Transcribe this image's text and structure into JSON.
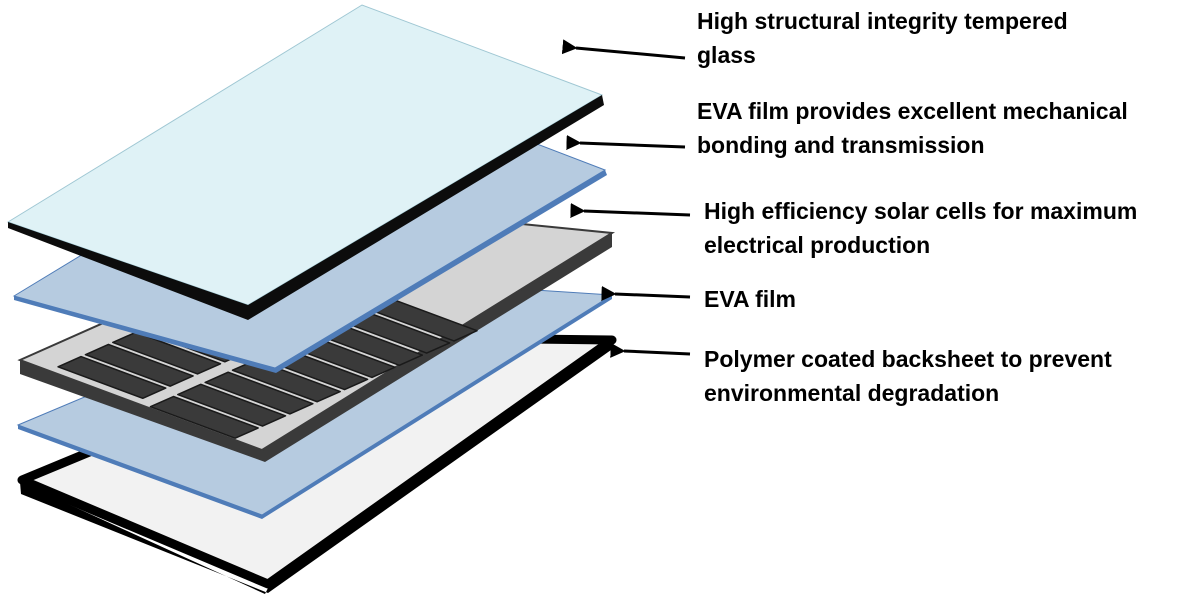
{
  "colors": {
    "glass_top": "#dff2f6",
    "glass_edge": "#0c0c0c",
    "eva_top": "#b6cbe0",
    "eva_edge": "#4f7cb8",
    "cell_frame": "#d4d4d4",
    "cell_frame_edge": "#3a3a3a",
    "cell": "#3a3a3a",
    "backsheet_top": "#f2f2f2",
    "backsheet_edge": "#000000",
    "arrow": "#000000"
  },
  "layers": [
    {
      "id": "glass",
      "lines": [
        "High structural integrity tempered",
        "glass"
      ]
    },
    {
      "id": "eva-top",
      "lines": [
        "EVA film provides excellent mechanical",
        "bonding and transmission"
      ]
    },
    {
      "id": "cells",
      "lines": [
        "High efficiency solar cells for maximum",
        "electrical production"
      ]
    },
    {
      "id": "eva-bottom",
      "lines": [
        "EVA film"
      ]
    },
    {
      "id": "backsheet",
      "lines": [
        "Polymer coated backsheet to prevent",
        "environmental degradation"
      ]
    }
  ]
}
